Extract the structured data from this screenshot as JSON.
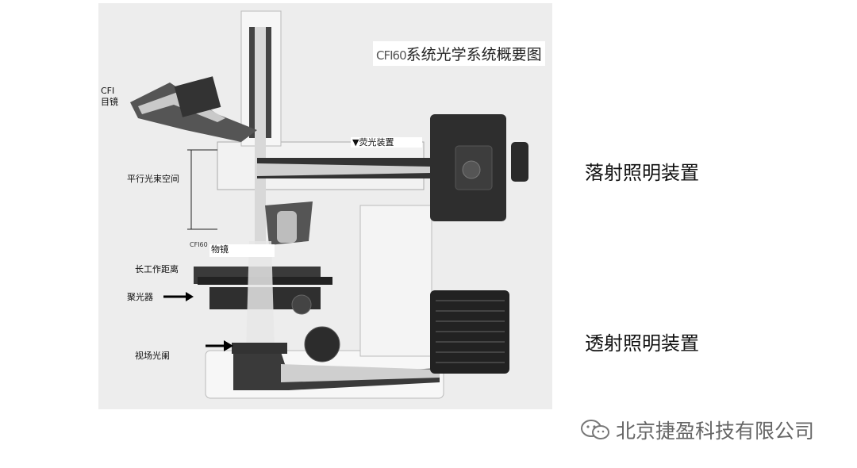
{
  "title": {
    "brand": "CFI60",
    "text": "系统光学系统概要图"
  },
  "labels": {
    "cfi": "CFI",
    "eyepiece": "目镜",
    "fluorescence": "▼荧光装置",
    "parallel_space": "平行光束空间",
    "cfi60_mark": "CFI60",
    "objective": "物镜",
    "long_working_distance": "长工作距离",
    "condenser": "聚光器",
    "field_diaphragm": "视场光阑"
  },
  "side_labels": {
    "epi": "落射照明装置",
    "dia": "透射照明装置"
  },
  "watermark": {
    "text": "北京捷盈科技有限公司",
    "icon": "wechat-icon"
  }
}
